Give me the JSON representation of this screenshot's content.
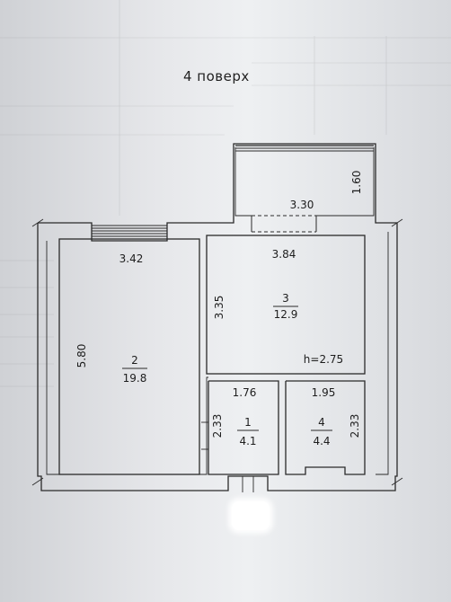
{
  "title": "4 поверх",
  "rooms": [
    {
      "number": "1",
      "area": "4.1"
    },
    {
      "number": "2",
      "area": "19.8"
    },
    {
      "number": "3",
      "area": "12.9"
    },
    {
      "number": "4",
      "area": "4.4"
    }
  ],
  "dimensions": {
    "balcony_height": "1.60",
    "balcony_width": "3.30",
    "room2_width": "3.42",
    "room2_length": "5.80",
    "room3_width": "3.84",
    "room3_length": "3.35",
    "ceiling_height": "h=2.75",
    "room1_width": "1.76",
    "room1_length": "2.33",
    "room4_width": "1.95",
    "room4_length": "2.33"
  }
}
